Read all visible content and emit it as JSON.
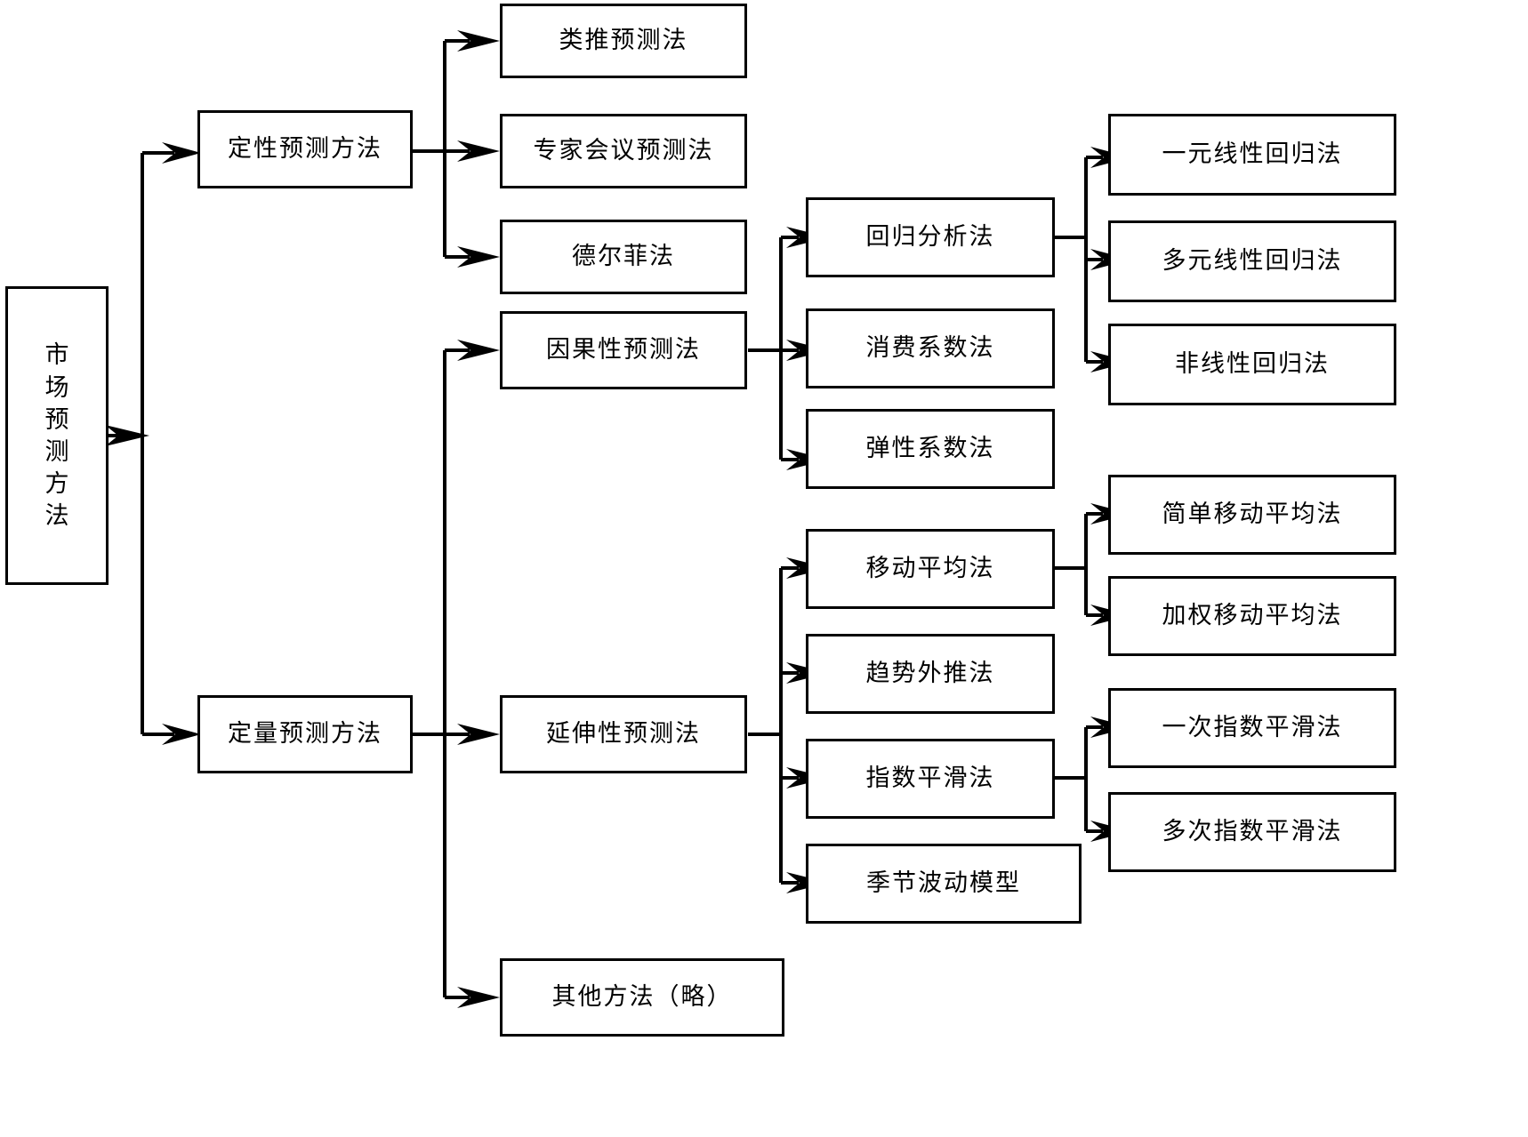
{
  "diagram": {
    "type": "tree-flowchart",
    "title_text": "市场预测方法",
    "orientation": "left-to-right",
    "line_color": "#000000",
    "box_fill": "#ffffff",
    "nodes": {
      "root": {
        "label": "市场预测方法",
        "chars": [
          "市",
          "场",
          "预",
          "测",
          "方",
          "法"
        ]
      },
      "level1": [
        {
          "label": "定性预测方法"
        },
        {
          "label": "定量预测方法"
        }
      ],
      "qualitative_children": [
        {
          "label": "类推预测法"
        },
        {
          "label": "专家会议预测法"
        },
        {
          "label": "德尔菲法"
        }
      ],
      "quantitative_children": [
        {
          "label": "因果性预测法"
        },
        {
          "label": "延伸性预测法"
        },
        {
          "label": "其他方法（略）"
        }
      ],
      "causal_children": [
        {
          "label": "回归分析法"
        },
        {
          "label": "消费系数法"
        },
        {
          "label": "弹性系数法"
        }
      ],
      "regression_children": [
        {
          "label": "一元线性回归法"
        },
        {
          "label": "多元线性回归法"
        },
        {
          "label": "非线性回归法"
        }
      ],
      "extrapolation_children": [
        {
          "label": "移动平均法"
        },
        {
          "label": "趋势外推法"
        },
        {
          "label": "指数平滑法"
        },
        {
          "label": "季节波动模型"
        }
      ],
      "moving_average_children": [
        {
          "label": "简单移动平均法"
        },
        {
          "label": "加权移动平均法"
        }
      ],
      "smoothing_children": [
        {
          "label": "一次指数平滑法"
        },
        {
          "label": "多次指数平滑法"
        }
      ]
    }
  }
}
